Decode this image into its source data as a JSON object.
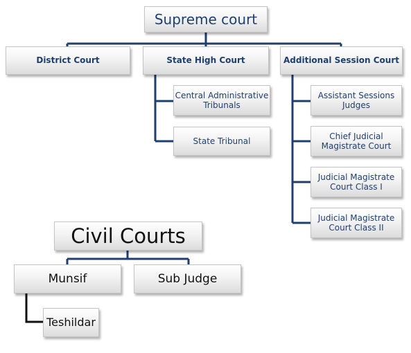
{
  "court_hierarchy": {
    "root": "Supreme court",
    "level1": {
      "district_court": "District Court",
      "state_high_court": "State High Court",
      "additional_session_court": "Additional Session Court"
    },
    "state_high_court_children": {
      "central_admin_tribunals": "Central Administrative\nTribunals",
      "state_tribunal": "State Tribunal"
    },
    "additional_session_court_children": {
      "assistant_sessions_judges": "Assistant Sessions\nJudges",
      "chief_judicial_magistrate_court": "Chief Judicial\nMagistrate Court",
      "judicial_magistrate_class_1": "Judicial Magistrate\nCourt  Class I",
      "judicial_magistrate_class_2": "Judicial Magistrate\nCourt Class II"
    }
  },
  "civil_courts": {
    "root": "Civil Courts",
    "munsif": "Munsif",
    "sub_judge": "Sub Judge",
    "teshildar": "Teshildar"
  },
  "colors": {
    "connector_blue": "#1f3f6e",
    "connector_dark": "#111111",
    "text_blue": "#1f3f6e",
    "text_dark": "#111111"
  }
}
